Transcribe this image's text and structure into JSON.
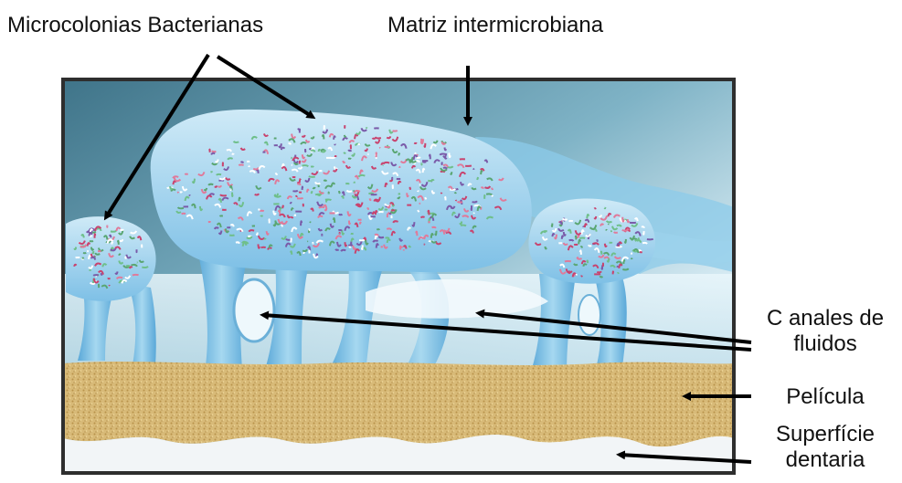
{
  "labels": {
    "microcolonies": "Microcolonias Bacterianas",
    "matrix": "Matriz intermicrobiana",
    "channels_line1": "C anales de",
    "channels_line2": "fluidos",
    "pellicle": "Película",
    "surface_line1": "Superfície",
    "surface_line2": "dentaria"
  },
  "colors": {
    "frame": "#2e2e2e",
    "background_top": "#4d8296",
    "background_bottom": "#e3f0f6",
    "matrix_blue": "#7cc3e8",
    "pellicle_sand": "#d6b877",
    "tooth_surface": "#f2f5f7",
    "bacteria_pink": "#c8436e",
    "bacteria_green": "#5aa672",
    "bacteria_purple": "#7a5aa8",
    "arrow": "#000000"
  }
}
